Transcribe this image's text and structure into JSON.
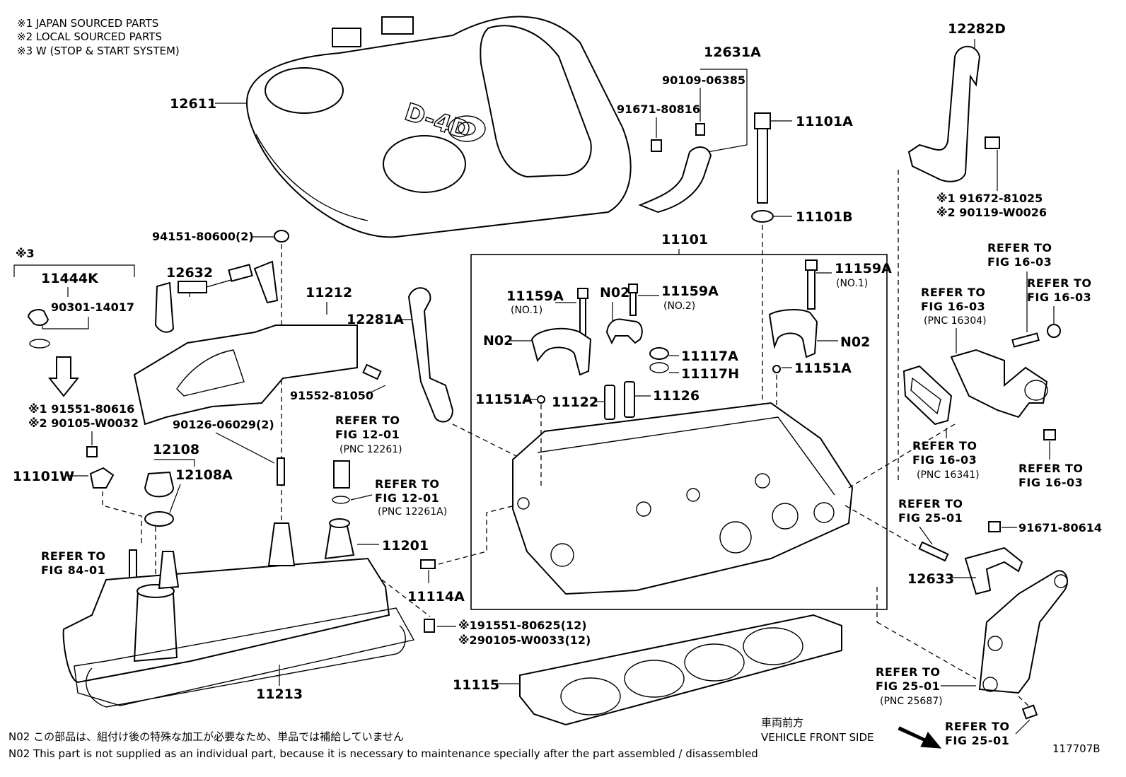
{
  "header_notes": [
    "※1 JAPAN SOURCED PARTS",
    "※2 LOCAL SOURCED PARTS",
    "※3 W (STOP & START SYSTEM)"
  ],
  "cover": {
    "logo_text": "D-4D"
  },
  "labels": {
    "p12611": "12611",
    "p12631A": "12631A",
    "p90109": "90109-06385",
    "p91671_80816": "91671-80816",
    "p11101A": "11101A",
    "p11101B": "11101B",
    "p12282D": "12282D",
    "p91672": "※1 91672-81025",
    "p90119": "※2 90119-W0026",
    "p94151": "94151-80600(2)",
    "p12632": "12632",
    "p11212": "11212",
    "p12281A": "12281A",
    "p11101": "11101",
    "p3": "※3",
    "p11444K": "11444K",
    "p90301": "90301-14017",
    "p91552": "91552-81050",
    "p91551_80616": "※1 91551-80616",
    "p90105_W0032": "※2 90105-W0032",
    "p90126": "90126-06029(2)",
    "p12108": "12108",
    "p12108A": "12108A",
    "p11101W": "11101W",
    "p11201": "11201",
    "p11213": "11213",
    "p11114A": "11114A",
    "p91551_80625": "※191551-80625(12)",
    "p90105_W0033": "※290105-W0033(12)",
    "p11115": "11115",
    "p11159A_1": "11159A",
    "p11159A_1_sub": "(NO.1)",
    "p11159A_2": "11159A",
    "p11159A_2_sub": "(NO.2)",
    "p11159A_3": "11159A",
    "p11159A_3_sub": "(NO.1)",
    "pN02_a": "N02",
    "pN02_b": "N02",
    "pN02_c": "N02",
    "p11117A": "11117A",
    "p11117H": "11117H",
    "p11151A_a": "11151A",
    "p11151A_b": "11151A",
    "p11122": "11122",
    "p11126": "11126",
    "p12633": "12633",
    "p91671_80614": "91671-80614"
  },
  "refs": {
    "fig16_a": [
      "REFER TO",
      "FIG 16-03"
    ],
    "fig16_b": [
      "REFER TO",
      "FIG 16-03"
    ],
    "fig16_c": [
      "REFER TO",
      "FIG 16-03",
      "(PNC 16304)"
    ],
    "fig16_d": [
      "REFER TO",
      "FIG 16-03",
      "(PNC 16341)"
    ],
    "fig16_e": [
      "REFER TO",
      "FIG 16-03"
    ],
    "fig25_a": [
      "REFER TO",
      "FIG 25-01"
    ],
    "fig25_b": [
      "REFER TO",
      "FIG 25-01",
      "(PNC 25687)"
    ],
    "fig25_c": [
      "REFER TO",
      "FIG 25-01"
    ],
    "fig12_a": [
      "REFER TO",
      "FIG 12-01",
      "(PNC 12261)"
    ],
    "fig12_b": [
      "REFER TO",
      "FIG 12-01",
      "(PNC 12261A)"
    ],
    "fig84": [
      "REFER TO",
      "FIG 84-01"
    ]
  },
  "vehicle_front": {
    "jp": "車両前方",
    "en": "VEHICLE FRONT SIDE"
  },
  "footer_notes": [
    "N02  この部品は、組付け後の特殊な加工が必要なため、単品では補給していません",
    "N02  This part is not supplied as an individual part, because it is necessary to maintenance specially after the part assembled / disassembled"
  ],
  "figure_id": "117707B"
}
